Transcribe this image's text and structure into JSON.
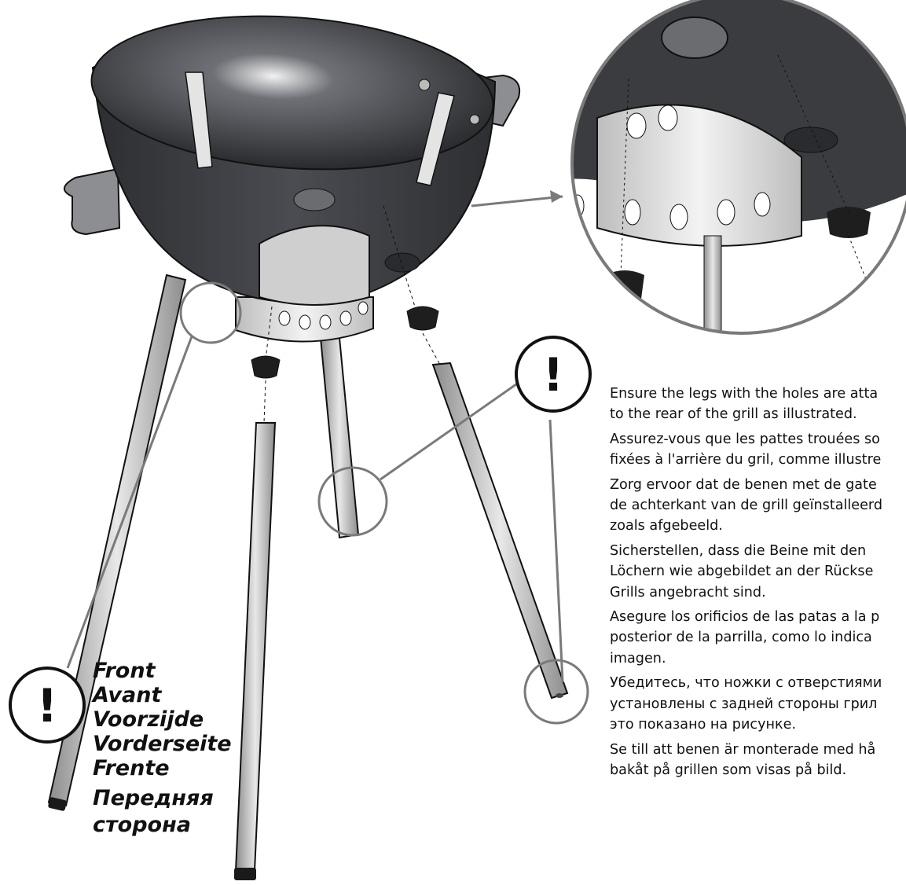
{
  "front_labels": {
    "en": "Front",
    "fr": "Avant",
    "nl": "Voorzijde",
    "de": "Vorderseite",
    "es": "Frente",
    "ru": "Передняя\nсторона"
  },
  "instructions": {
    "en": "Ensure the legs with the holes are atta\nto the rear of the grill as illustrated.",
    "fr": "Assurez-vous que les pattes trouées so\nfixées à l'arrière du gril, comme illustre",
    "nl": "Zorg ervoor dat de benen met de gate\nde achterkant van de grill geïnstalleerd\nzoals afgebeeld.",
    "de": "Sicherstellen, dass die Beine mit den\nLöchern wie abgebildet an der Rückse\nGrills angebracht sind.",
    "es": "Asegure los orificios de las patas a la p\nposterior de la parrilla, como lo indica\nimagen.",
    "ru": "Убедитесь, что ножки с отверстиями\nустановлены с задней стороны грил\nэто показано на рисунке.",
    "sv": "Se till att benen är monterade med hå\nbakåt på grillen som visas på bild."
  },
  "warning_symbol": "!",
  "icons": [
    "exclamation-icon"
  ],
  "colors": {
    "bowl": "#3a3c40",
    "bowl_inner": "#2a2b2e",
    "metal": "#c9c9c9",
    "outline": "#111111",
    "leader": "#7a7a7a"
  }
}
